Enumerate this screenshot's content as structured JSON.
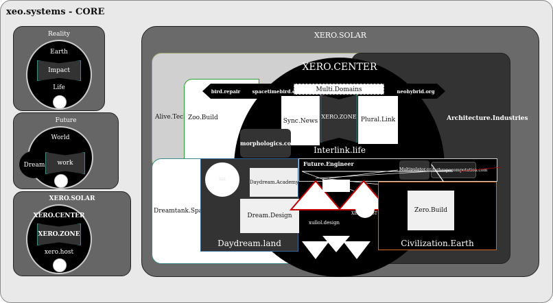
{
  "title": "xeo.systems - CORE",
  "reality": {
    "title": "Reality",
    "top": "Earth",
    "middle": "Impact",
    "bottom": "Life"
  },
  "future": {
    "title": "Future",
    "top": "World",
    "middle": "work",
    "left": "Dream"
  },
  "solar_small": {
    "title": "XERO.SOLAR",
    "top": "XERO.CENTER",
    "middle": "XERO.ZONE",
    "bottom": "xero.host"
  },
  "solar": {
    "title": "XERO.SOLAR",
    "center": "XERO.CENTER",
    "alive": "Alive.Tech",
    "zoo": "Zoo.Build",
    "architecture": "Architecture.Industries",
    "dreamtank": "Dreamtank.Space",
    "multi_domains": "Multi.Domains",
    "tags": [
      "bird.repair",
      "spacetimebird.com",
      "neohybrid.org"
    ],
    "sync": "Sync.News",
    "zone": "XERO.ZONE",
    "plural": "Plural.Link",
    "morpho": "morphologics.co",
    "interlink": "Interlink.life",
    "future_engineer": "Future.Engineer",
    "multipulator": "Multipulator.com",
    "anthropo": "Anthropocomputation.com",
    "daydream_academy": "Daydream.Academy",
    "dream_design": "Dream.Design",
    "daydream_land": "Daydream.land",
    "dot_label": "zzz",
    "xullol": "xullol.design",
    "xero_host": "XERO.HOST",
    "zero_build": "Zero.Build",
    "civilization": "Civilization.Earth"
  },
  "colors": {
    "teal": "#3a8a8a",
    "red": "#c00000",
    "green": "#2a9d2a",
    "orange": "#d2691e"
  }
}
